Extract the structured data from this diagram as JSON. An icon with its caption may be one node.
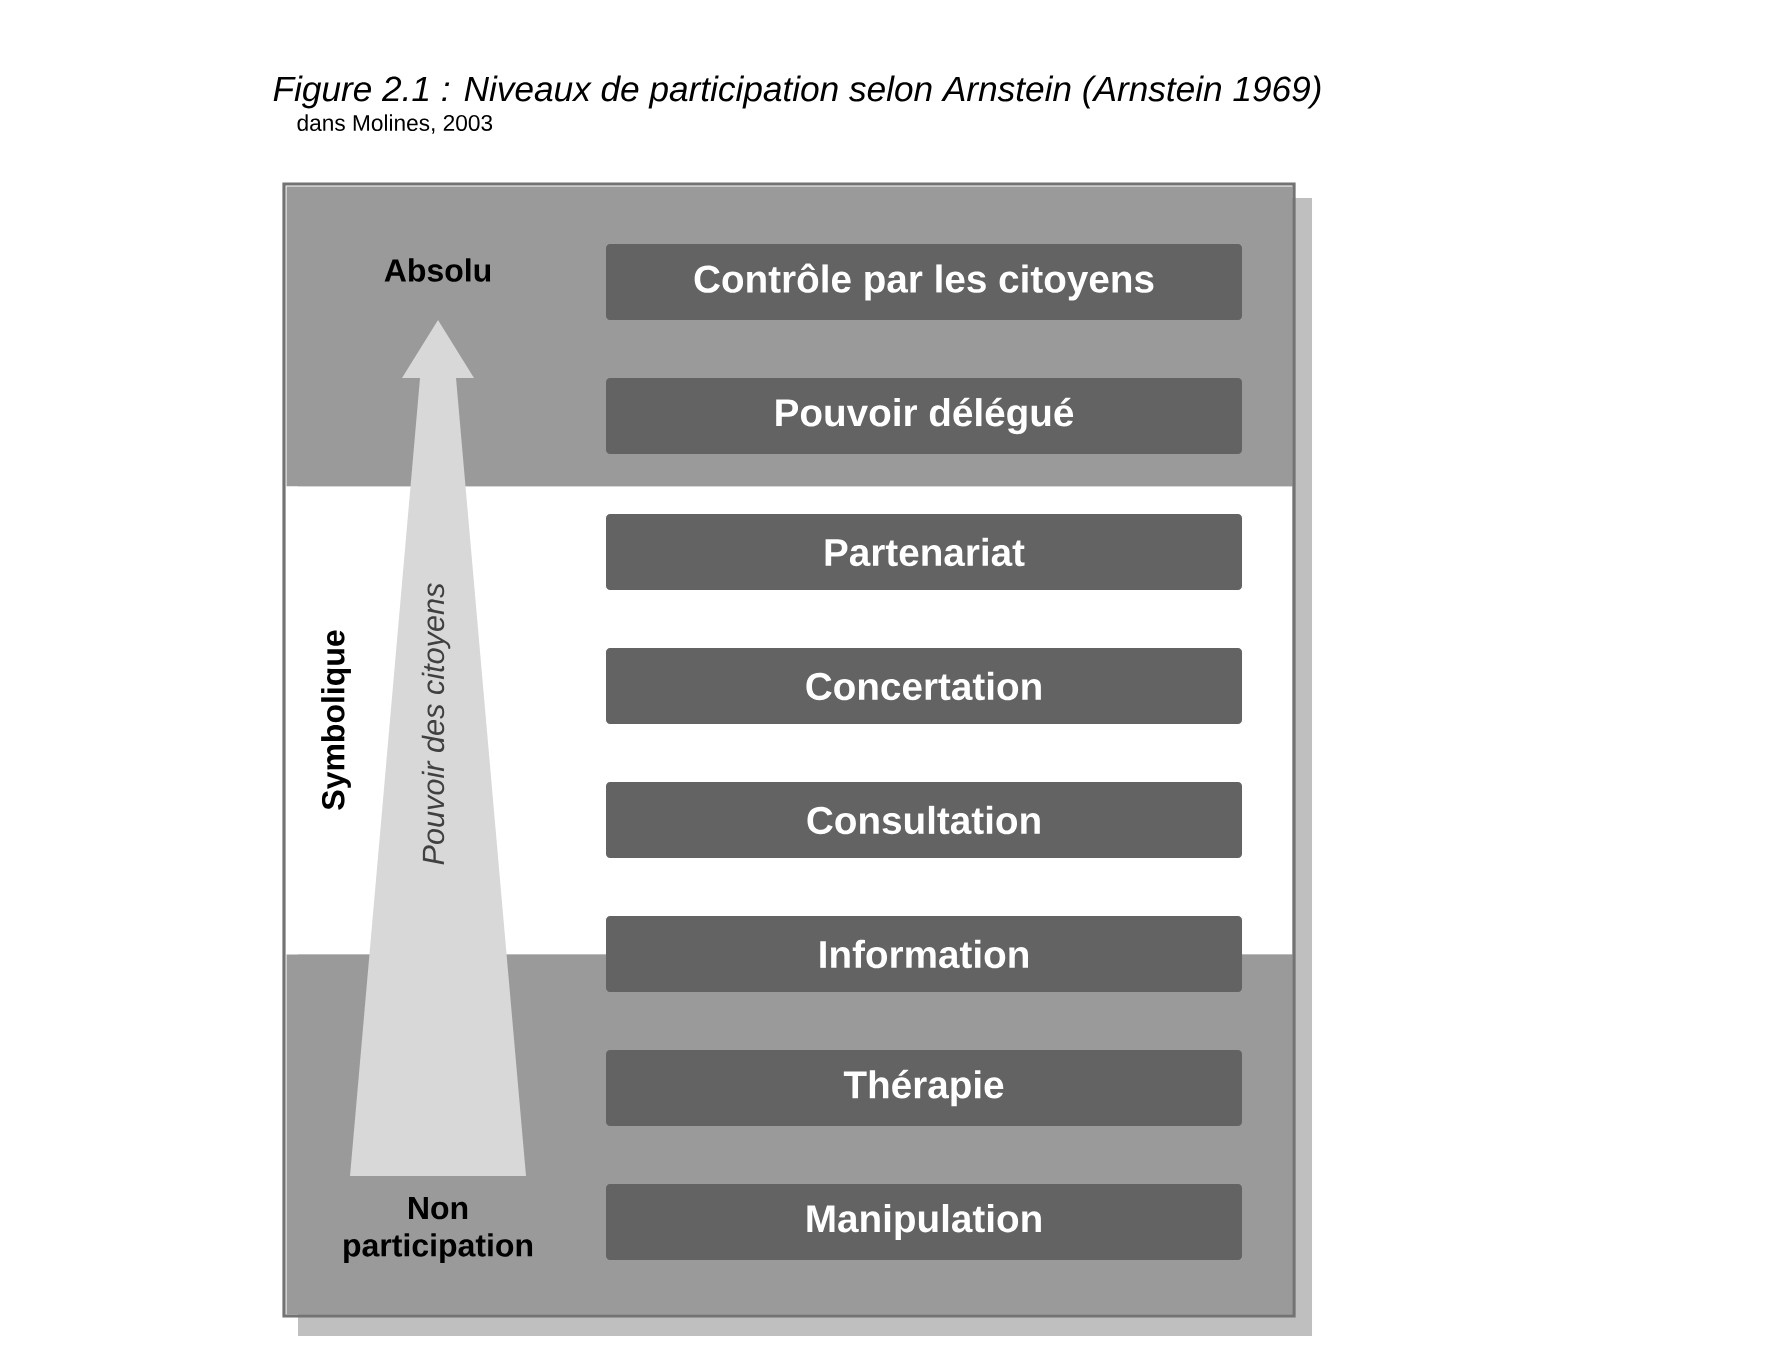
{
  "diagram": {
    "title": "Figure 2.1 : Niveaux de participation selon Arnstein (Arnstein 1969)",
    "nodes": [
      {
        "text": [
          "Absolu"
        ]
      },
      {
        "text": [
          "Contrôle par les citoyens"
        ],
        "in": 0
      },
      {
        "text": [
          "Pouvoir délégué"
        ],
        "in": 0
      },
      {
        "text": [
          "Symbolique"
        ]
      },
      {
        "text": [
          "Partenariat"
        ],
        "in": 3
      },
      {
        "text": [
          "Concertation"
        ],
        "in": 3
      },
      {
        "text": [
          "Consultation"
        ],
        "in": 3
      },
      {
        "text": [
          "Information"
        ]
      },
      {
        "text": [
          "Non participation"
        ]
      },
      {
        "text": [
          "Thérapie"
        ],
        "in": 8
      },
      {
        "text": [
          "Manipulation"
        ],
        "in": 8
      }
    ],
    "labels": [
      "dans Molines, 2003",
      "Pouvoir des citoyens"
    ]
  }
}
